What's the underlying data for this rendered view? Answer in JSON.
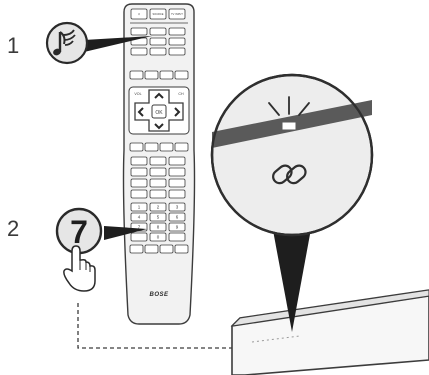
{
  "steps": [
    {
      "number": "1",
      "icon": "music-note-wireless-icon"
    },
    {
      "number": "2",
      "key_label": "7",
      "icon": "hand-pointer-icon"
    }
  ],
  "remote": {
    "brand": "BOSE",
    "top_keys": [
      "⏻",
      "SOURCE",
      "TV INPUT"
    ],
    "number_keys": [
      "1",
      "2",
      "3",
      "4",
      "5",
      "6",
      "7",
      "8",
      "9",
      "0"
    ],
    "nav_center": "OK",
    "vol_label": "VOL",
    "ch_label": "CH"
  },
  "soundbar": {
    "button_icon": "link-icon",
    "status": "light-on"
  },
  "colors": {
    "line": "#3c3c3c",
    "remote_body": "#f2f2f2",
    "key_fill": "#ffffff",
    "zoom_fill": "#ededed",
    "bar_band": "#5a5a5a",
    "step_circle": "#e6e6e6"
  }
}
